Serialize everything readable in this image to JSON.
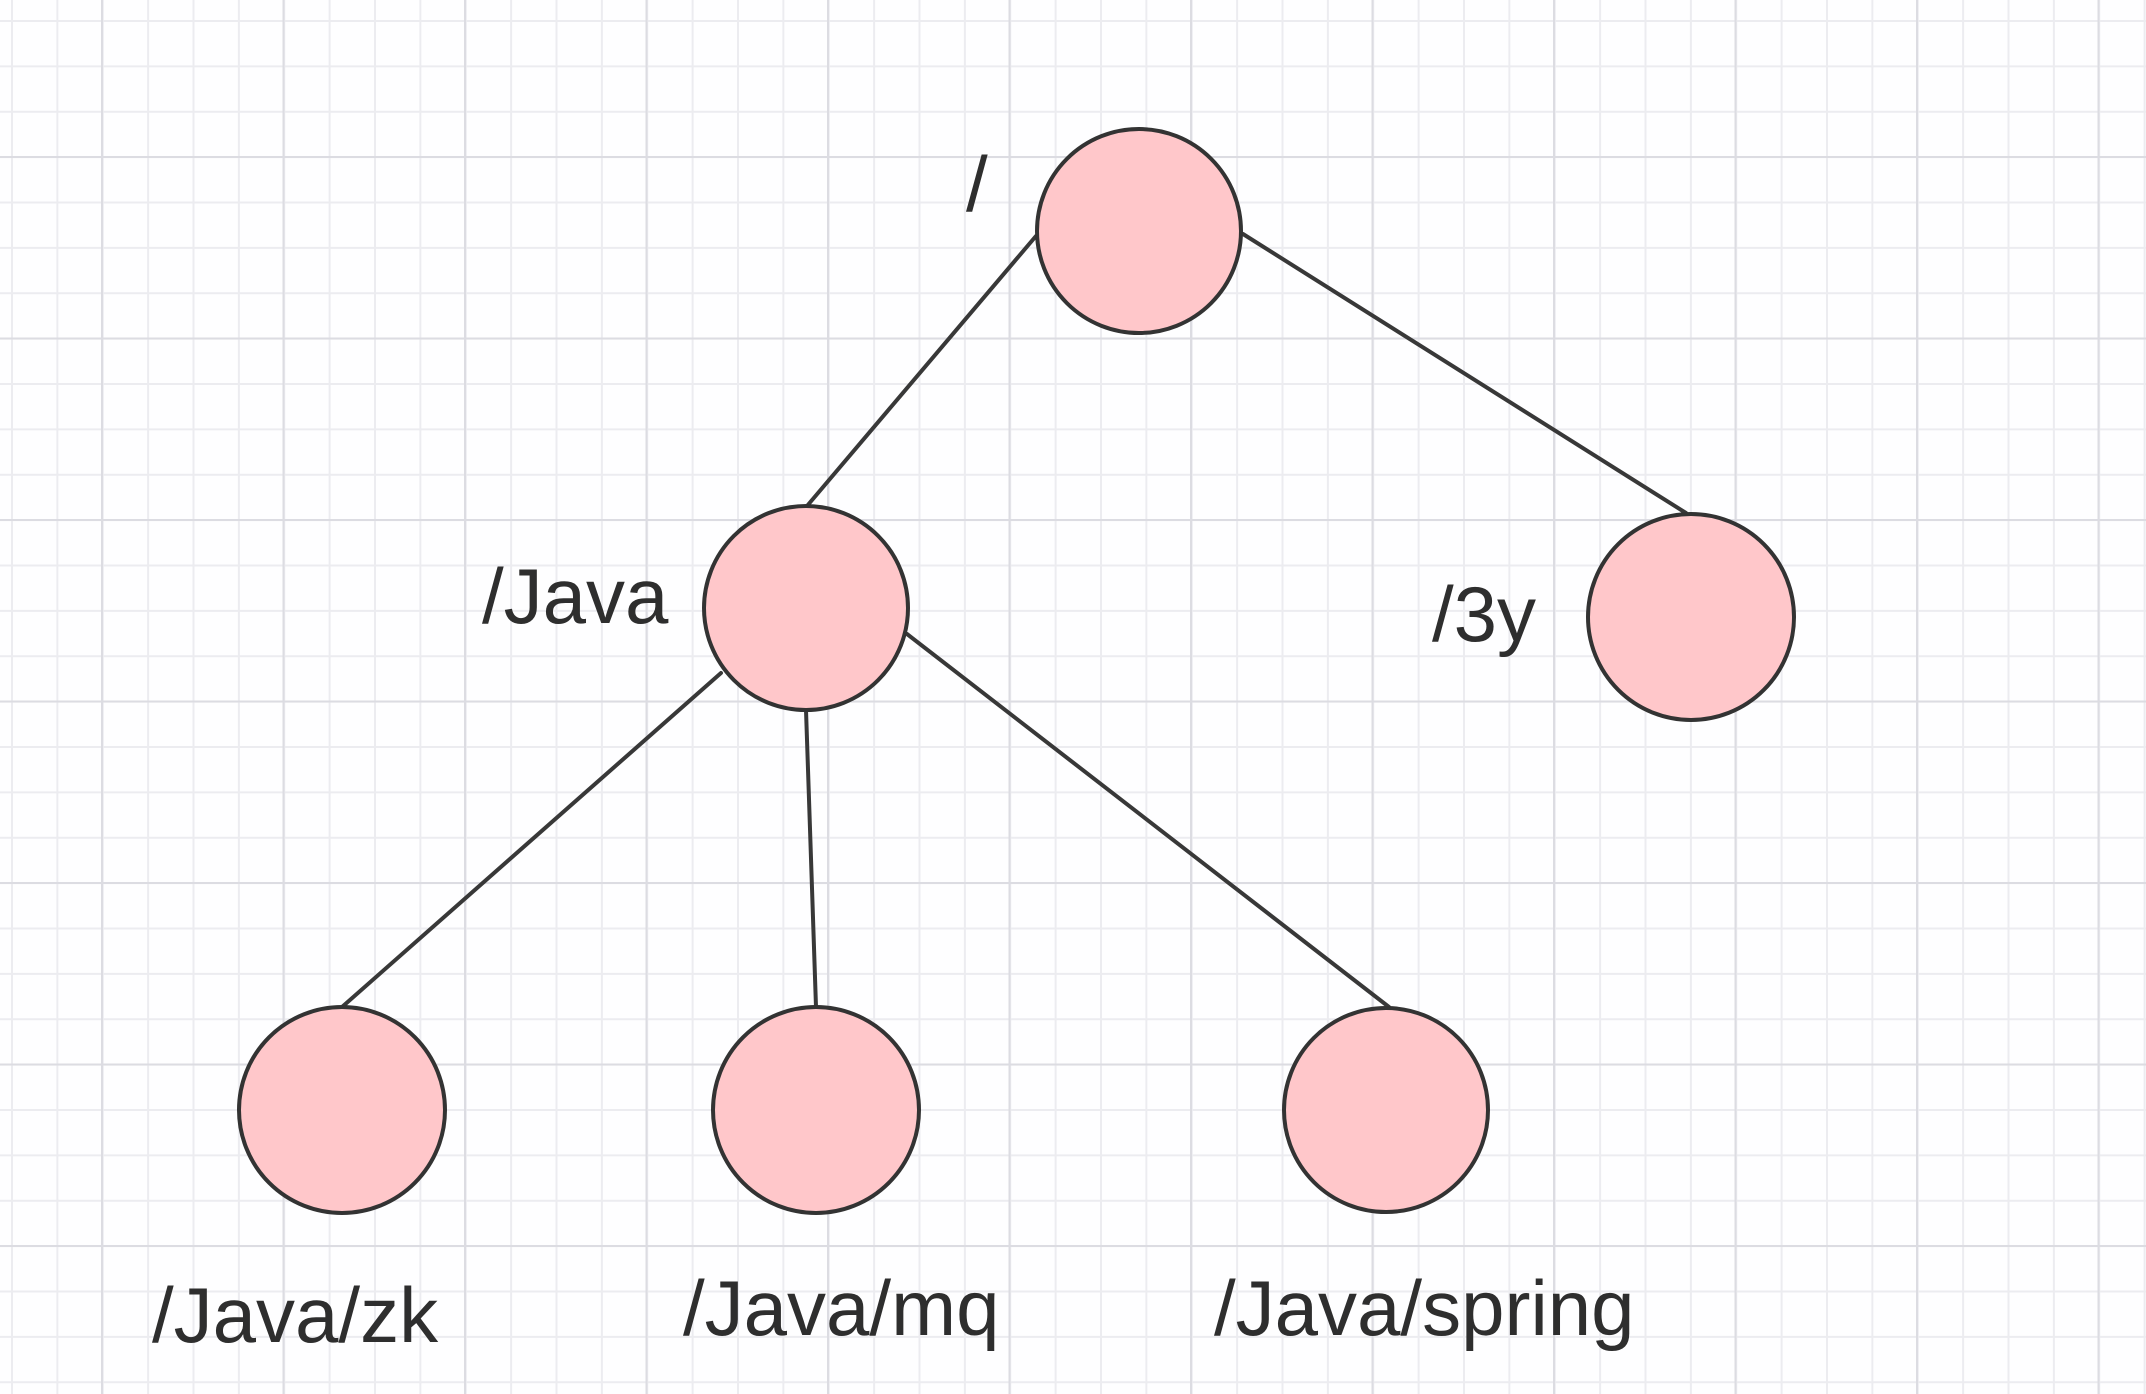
{
  "diagram": {
    "type": "tree",
    "title": "",
    "colors": {
      "node_fill": "#ffc7ca",
      "node_stroke": "#333333",
      "edge": "#383838",
      "text": "#2e2e2e"
    },
    "nodes": [
      {
        "id": "root",
        "label": "/"
      },
      {
        "id": "java",
        "label": "/Java"
      },
      {
        "id": "3y",
        "label": "/3y"
      },
      {
        "id": "zk",
        "label": "/Java/zk"
      },
      {
        "id": "mq",
        "label": "/Java/mq"
      },
      {
        "id": "spring",
        "label": "/Java/spring"
      }
    ],
    "edges": [
      {
        "from": "root",
        "to": "java"
      },
      {
        "from": "root",
        "to": "3y"
      },
      {
        "from": "java",
        "to": "zk"
      },
      {
        "from": "java",
        "to": "mq"
      },
      {
        "from": "java",
        "to": "spring"
      }
    ]
  }
}
